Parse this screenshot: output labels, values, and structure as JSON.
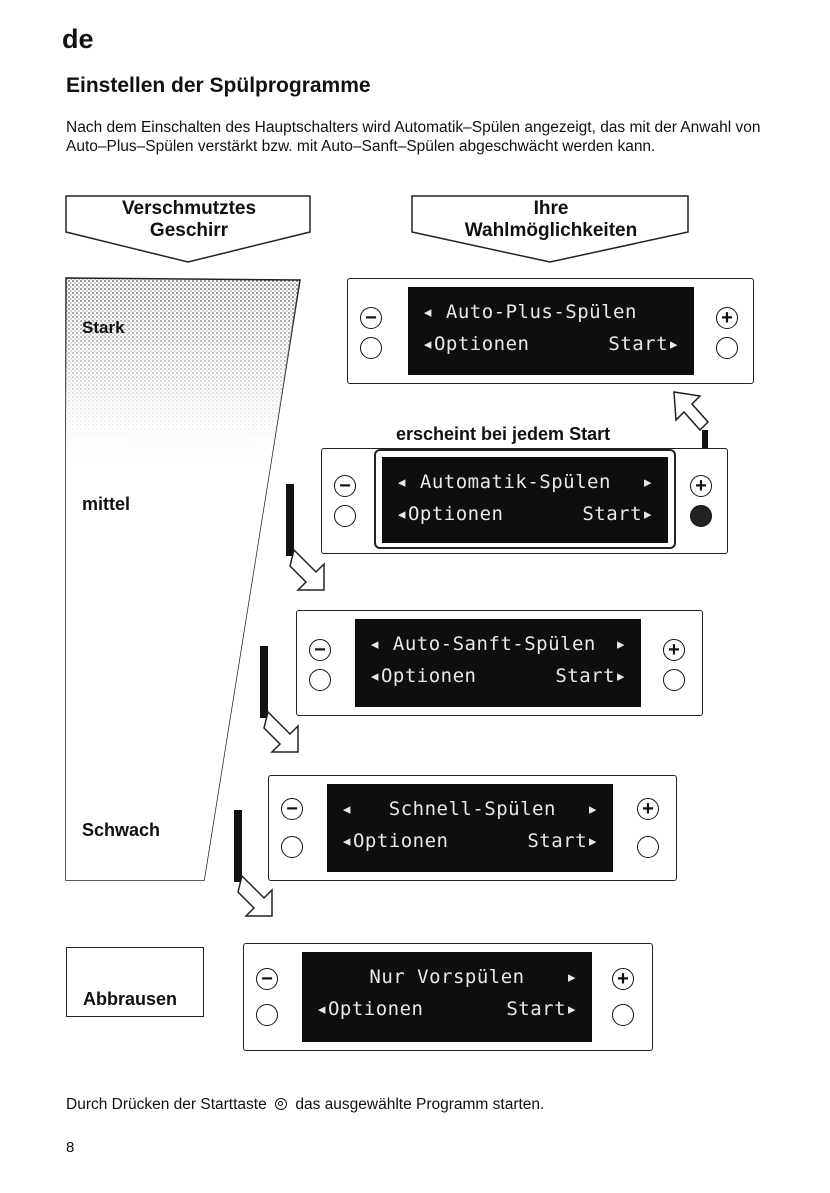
{
  "lang_code": "de",
  "heading": "Einstellen der Spülprogramme",
  "intro": "Nach dem Einschalten des Hauptschalters wird Automatik–Spülen angezeigt, das mit der Anwahl von Auto–Plus–Spülen verstärkt bzw. mit Auto–Sanft–Spülen abgeschwächt werden kann.",
  "callout_left": {
    "line1": "Verschmutztes",
    "line2": "Geschirr"
  },
  "callout_right": {
    "line1": "Ihre",
    "line2": "Wahlmöglichkeiten"
  },
  "levels": {
    "stark": "Stark",
    "mittel": "mittel",
    "schwach": "Schwach",
    "abbrausen": "Abbrausen"
  },
  "appears_note": "erscheint bei jedem Start",
  "displays": [
    {
      "program": "◂ Auto-Plus-Spülen",
      "arrow_right": "",
      "options": "◂Optionen",
      "start": "Start▸"
    },
    {
      "program": "◂ Automatik-Spülen",
      "arrow_right": "▸",
      "options": "◂Optionen",
      "start": "Start▸"
    },
    {
      "program": "◂ Auto-Sanft-Spülen",
      "arrow_right": "▸",
      "options": "◂Optionen",
      "start": "Start▸"
    },
    {
      "program": "◂   Schnell-Spülen",
      "arrow_right": "▸",
      "options": "◂Optionen",
      "start": "Start▸"
    },
    {
      "program": "Nur Vorspülen",
      "arrow_right": "▸",
      "options": "◂Optionen",
      "start": "Start▸"
    }
  ],
  "buttons": {
    "minus": "−",
    "plus": "+"
  },
  "footer": {
    "before": "Durch Drücken der Starttaste",
    "after": "das ausgewählte Programm starten."
  },
  "page_number": "8"
}
